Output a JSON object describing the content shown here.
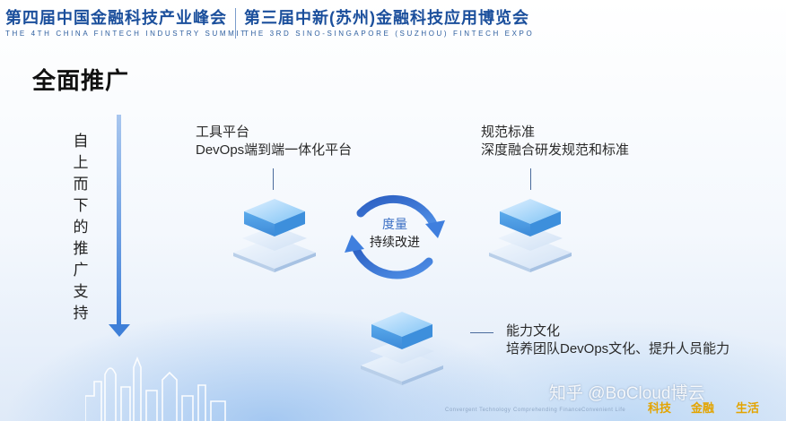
{
  "header": {
    "left_title": "第四届中国金融科技产业峰会",
    "left_subtitle": "THE 4TH CHINA FINTECH INDUSTRY SUMMIT",
    "right_title": "第三届中新(苏州)金融科技应用博览会",
    "right_subtitle": "THE 3RD SINO-SINGAPORE (SUZHOU) FINTECH EXPO"
  },
  "slide": {
    "title": "全面推广",
    "vertical_label": [
      "自",
      "上",
      "而",
      "下",
      "的",
      "推",
      "广",
      "支",
      "持"
    ]
  },
  "blocks": {
    "tools": {
      "title": "工具平台",
      "desc": "DevOps端到端一体化平台"
    },
    "standards": {
      "title": "规范标准",
      "desc": "深度融合研发规范和标准"
    },
    "culture": {
      "title": "能力文化",
      "desc": "培养团队DevOps文化、提升人员能力"
    }
  },
  "cycle": {
    "line1": "度量",
    "line2": "持续改进"
  },
  "footer": {
    "items": [
      "Convergent Technology",
      "Comprehending Finance",
      "Convenient Life"
    ],
    "watermark": "知乎 @BoCloud博云",
    "tags": [
      "科技",
      "金融",
      "生活"
    ]
  },
  "colors": {
    "header_blue": "#1b4f9c",
    "accent_blue": "#3e7fd8",
    "cycle_text": "#3b6fc4",
    "tag_gold": "#e3a400"
  },
  "icons": [
    "isometric-cube-icon",
    "cycle-arrows-icon",
    "down-arrow-icon",
    "city-skyline-icon"
  ]
}
